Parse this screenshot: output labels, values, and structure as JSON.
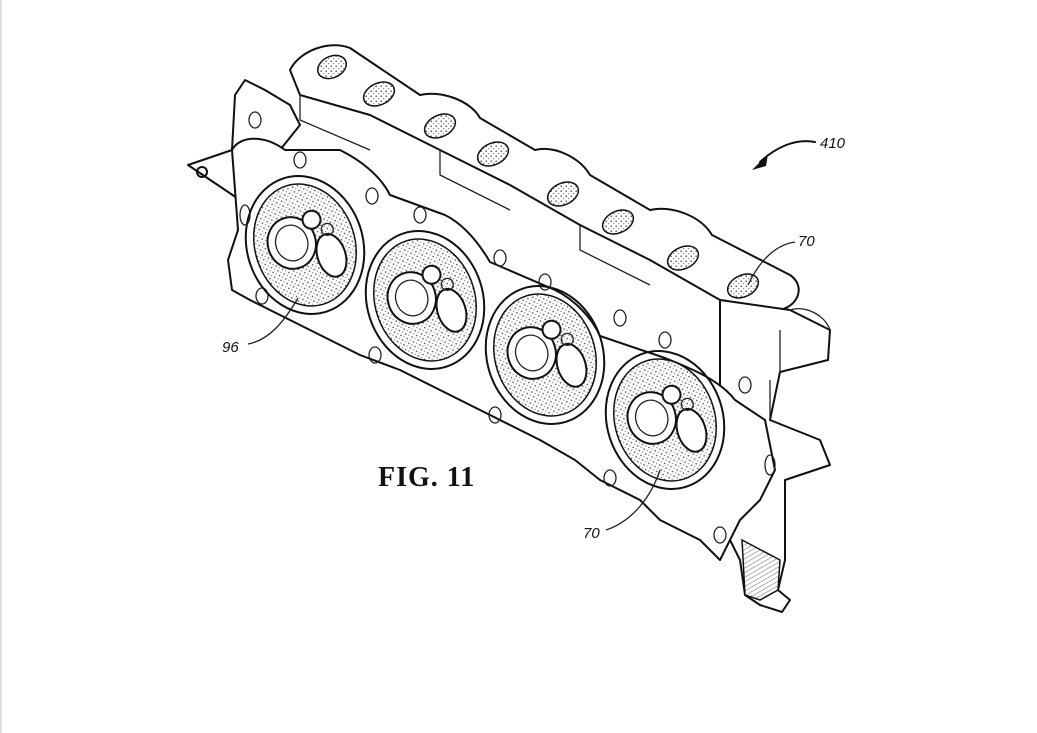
{
  "figure": {
    "caption": "FIG. 11",
    "reference_numerals": {
      "assembly": "410",
      "port_upper": "70",
      "port_lower": "70",
      "gasket_surface": "96"
    }
  },
  "cylinders": [
    {
      "index": 1
    },
    {
      "index": 2
    },
    {
      "index": 3
    },
    {
      "index": 4
    }
  ],
  "colors": {
    "ink": "#111111",
    "background": "#ffffff"
  }
}
